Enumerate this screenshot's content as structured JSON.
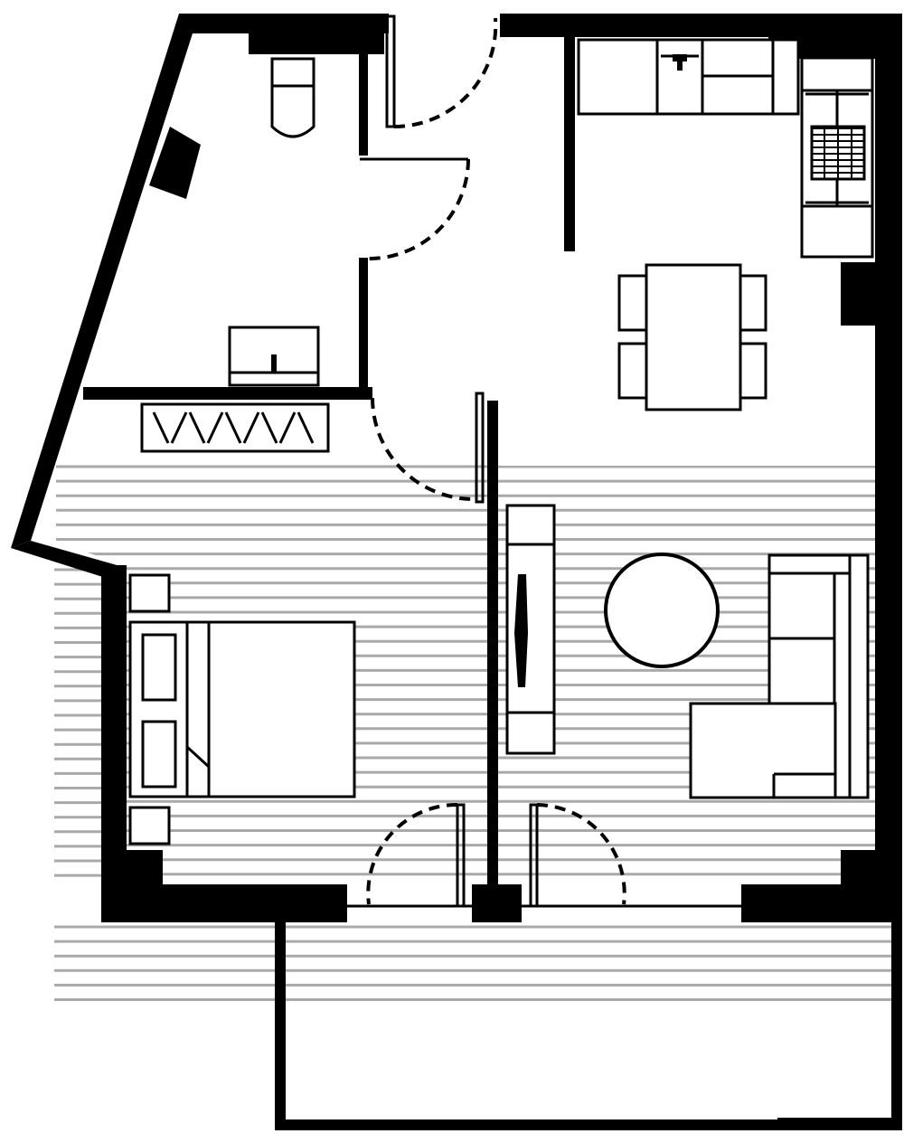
{
  "colors": {
    "wall": "#000000",
    "floor_hatch": "#a9a9a9",
    "background": "#ffffff"
  },
  "rooms": [
    "bathroom",
    "kitchen",
    "dining",
    "bedroom",
    "living",
    "balcony"
  ],
  "furniture": [
    "toilet",
    "basin",
    "kitchen-counter",
    "kitchen-sink",
    "cooktop",
    "dining-table",
    "dining-chairs",
    "wardrobe",
    "double-bed",
    "bedside-tables",
    "tv-unit",
    "round-coffee-table",
    "corner-sofa"
  ]
}
